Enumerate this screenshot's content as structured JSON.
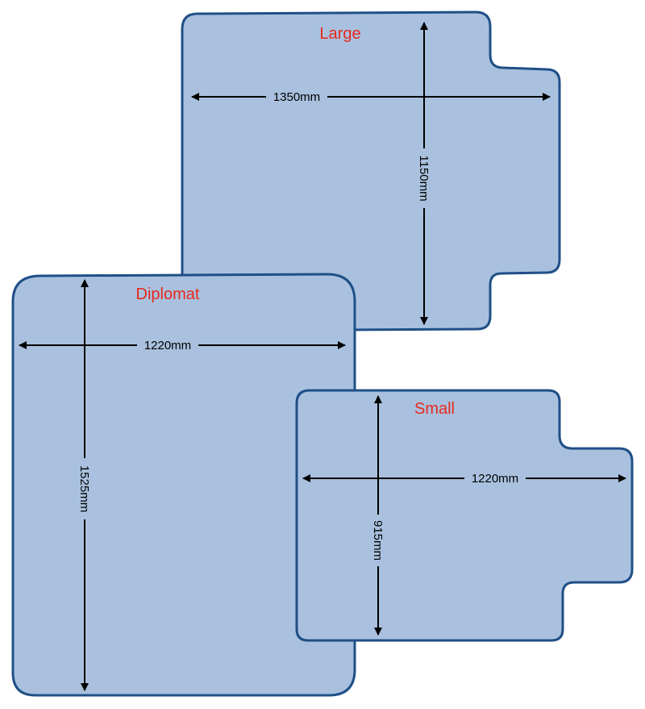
{
  "colors": {
    "mat_fill": "#a9c1de",
    "mat_outline": "#1f4f87",
    "label_red": "#e8281e",
    "dimension_line": "#000000"
  },
  "mats": {
    "large": {
      "name": "Large",
      "width": "1350mm",
      "length": "1150mm"
    },
    "diplomat": {
      "name": "Diplomat",
      "width": "1220mm",
      "length": "1525mm"
    },
    "small": {
      "name": "Small",
      "width": "1220mm",
      "length": "915mm"
    }
  }
}
